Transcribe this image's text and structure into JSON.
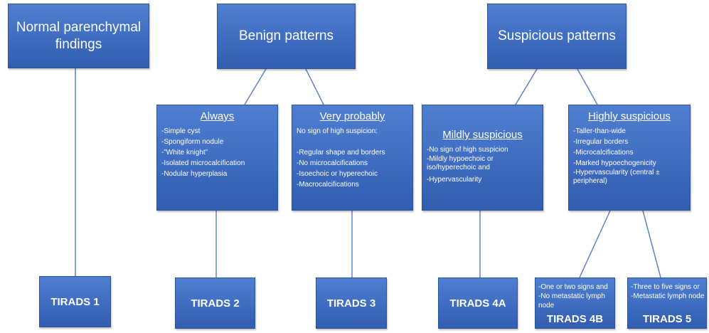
{
  "top": {
    "normal": "Normal parenchymal findings",
    "benign": "Benign patterns",
    "suspicious": "Suspicious patterns"
  },
  "always": {
    "title": "Always",
    "items": [
      "-Simple cyst",
      "-Spongiform nodule",
      "-”White knight”",
      "-Isolated microcalcification",
      "-Nodular hyperplasia"
    ]
  },
  "very_probably": {
    "title": "Very probably",
    "subtitle": "No sign of high suspicion:",
    "items": [
      "-Regular shape and borders",
      "-No microcalcifications",
      "-Isoechoic or hyperechoic",
      "-Macrocalcifications"
    ]
  },
  "mildly": {
    "title": "Mildly suspicious",
    "items": [
      "-No sign of high suspicion",
      "-Mildly hypoechoic or",
      "iso/hyperechoic and",
      "-Hypervascularity"
    ]
  },
  "highly": {
    "title": "Highly suspicious",
    "items": [
      "-Taller-than-wide",
      "-Irregular borders",
      "-Microcalcifications",
      "-Marked hypoechogenicity",
      "-Hypervascularity (central ±",
      "peripheral)"
    ]
  },
  "tirads1": "TIRADS 1",
  "tirads2": "TIRADS 2",
  "tirads3": "TIRADS 3",
  "tirads4a": "TIRADS 4A",
  "tirads4b": {
    "label": "TIRADS 4B",
    "items": [
      "-One or two signs and",
      "-No metastatic lymph",
      "node"
    ]
  },
  "tirads5": {
    "label": "TIRADS 5",
    "items": [
      "-Three to five signs or",
      "-Metastatic lymph node"
    ]
  }
}
